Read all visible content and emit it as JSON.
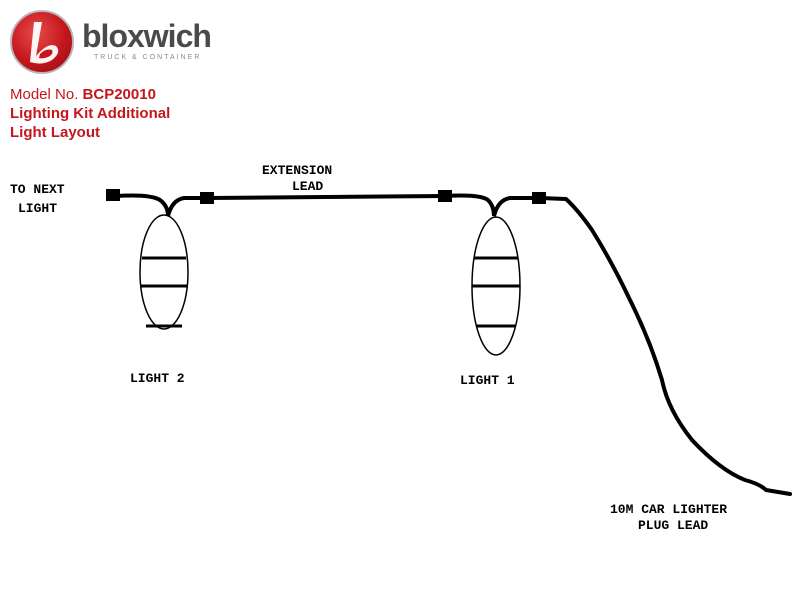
{
  "brand": {
    "name": "bloxwich",
    "tagline": "TRUCK & CONTAINER",
    "logo_color": "#c4161c"
  },
  "heading": {
    "model_prefix": "Model No.",
    "model_number": "BCP20010",
    "line2": "Lighting Kit Additional",
    "line3": "Light Layout",
    "color": "#c4161c"
  },
  "diagram": {
    "labels": {
      "to_next_light_1": "TO NEXT",
      "to_next_light_2": "LIGHT",
      "extension_1": "EXTENSION",
      "extension_2": "LEAD",
      "light_2": "LIGHT 2",
      "light_1": "LIGHT 1",
      "plug_1": "10M CAR LIGHTER",
      "plug_2": "PLUG LEAD"
    }
  }
}
